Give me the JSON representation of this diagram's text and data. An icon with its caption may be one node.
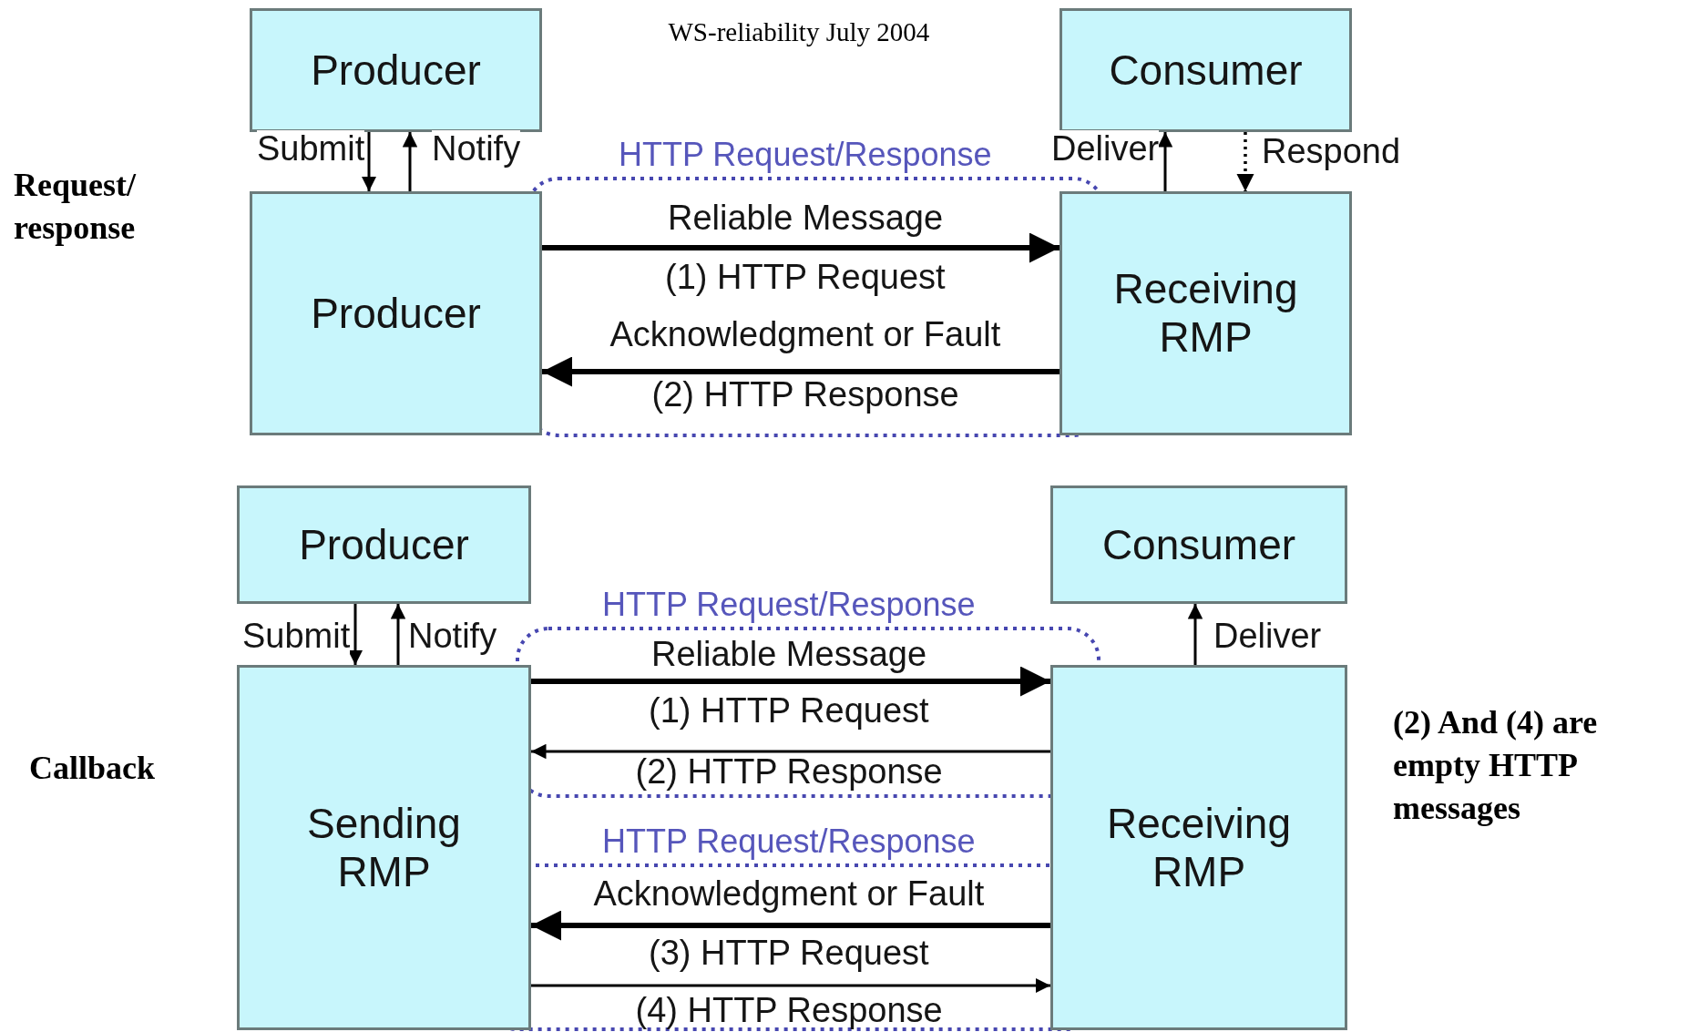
{
  "diagram": {
    "title": "WS-reliability July 2004",
    "nodes": [
      {
        "text": [
          "Producer"
        ]
      },
      {
        "text": [
          "Producer"
        ]
      },
      {
        "text": [
          "Consumer"
        ]
      },
      {
        "text": [
          "Receiving RMP"
        ]
      },
      {
        "text": [
          "Producer"
        ]
      },
      {
        "text": [
          "Sending RMP"
        ]
      },
      {
        "text": [
          "Consumer"
        ]
      },
      {
        "text": [
          "Receiving RMP"
        ]
      }
    ],
    "edges": [
      {
        "from": 0,
        "to": 1,
        "arrow": "to",
        "label": "Submit"
      },
      {
        "from": 1,
        "to": 0,
        "arrow": "to",
        "label": "Notify"
      },
      {
        "from": 1,
        "to": 3,
        "arrow": "to",
        "label": "Reliable Message",
        "style": "thick"
      },
      {
        "from": 3,
        "to": 1,
        "arrow": "to",
        "label": "Acknowledgment or Fault",
        "style": "thick"
      },
      {
        "from": 3,
        "to": 2,
        "arrow": "to",
        "label": "Deliver"
      },
      {
        "from": 2,
        "to": 3,
        "arrow": "to",
        "label": "Respond",
        "style": "dashed"
      },
      {
        "from": 4,
        "to": 5,
        "arrow": "to",
        "label": "Submit"
      },
      {
        "from": 5,
        "to": 4,
        "arrow": "to",
        "label": "Notify"
      },
      {
        "from": 5,
        "to": 7,
        "arrow": "to",
        "label": "Reliable Message",
        "style": "thick"
      },
      {
        "from": 7,
        "to": 5,
        "arrow": "to"
      },
      {
        "from": 7,
        "to": 5,
        "arrow": "to",
        "label": "Acknowledgment or Fault",
        "style": "thick"
      },
      {
        "from": 5,
        "to": 7,
        "arrow": "to"
      },
      {
        "from": 7,
        "to": 6,
        "arrow": "to",
        "label": "Deliver"
      }
    ],
    "labels": [
      "HTTP Request/Response",
      "Request/ response",
      "(1) HTTP Request",
      "(2) HTTP Response",
      "HTTP Request/Response",
      "(1) HTTP Request",
      "(2) HTTP Response",
      "Callback",
      "(2) And (4) are empty HTTP messages",
      "HTTP Request/Response",
      "(3) HTTP Request",
      "(4) HTTP Response"
    ]
  }
}
